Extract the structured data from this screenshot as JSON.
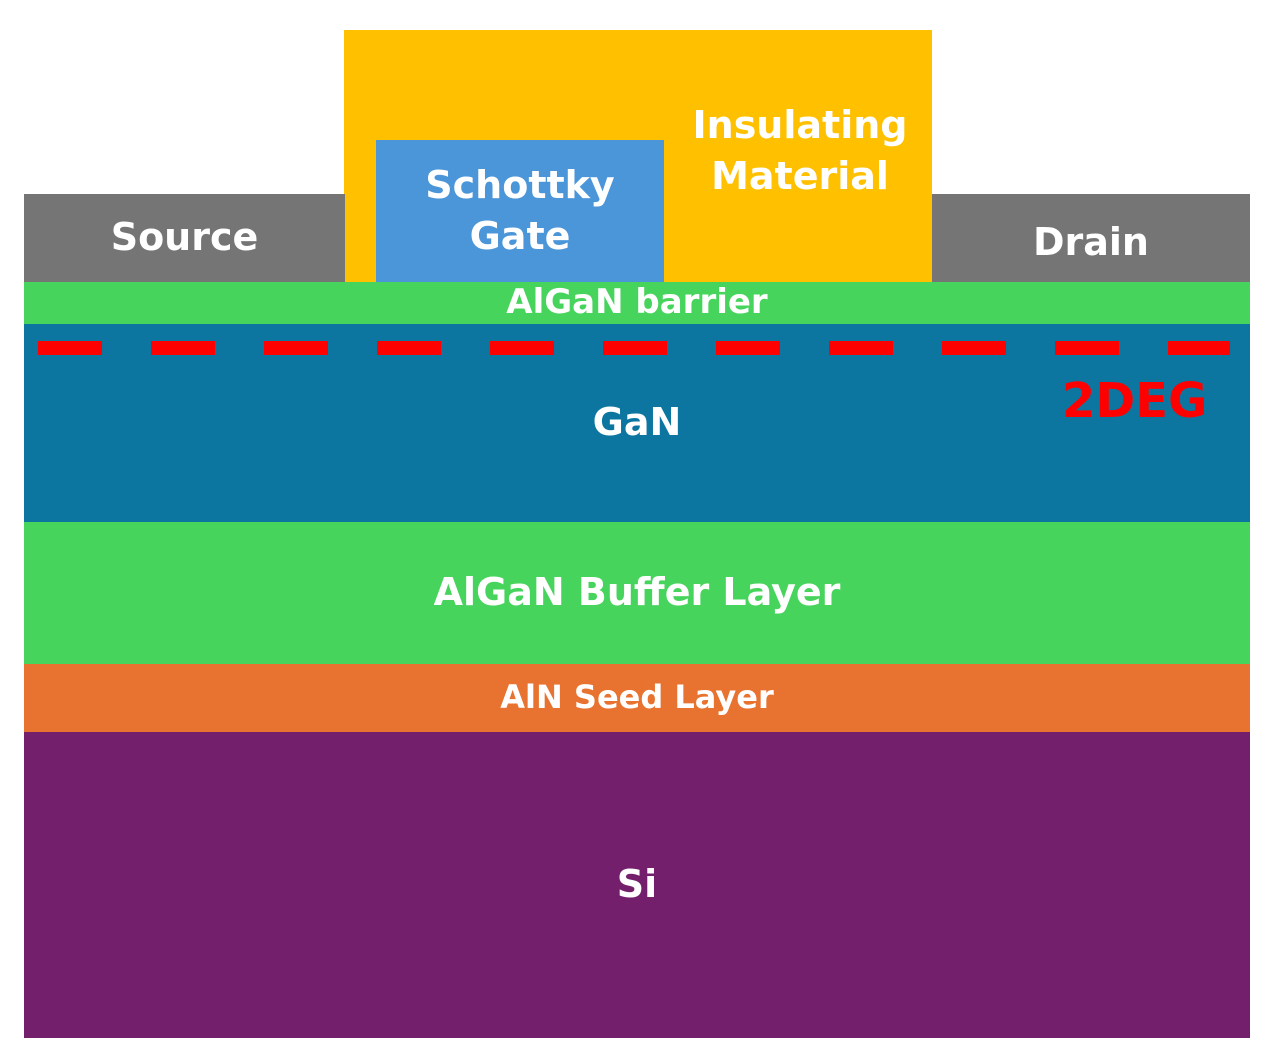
{
  "diagram": {
    "layers": {
      "source": "Source",
      "drain": "Drain",
      "schottky_gate": [
        "Schottky",
        "Gate"
      ],
      "insulating_material": [
        "Insulating",
        "Material"
      ],
      "algan_barrier": "AlGaN barrier",
      "gan": "GaN",
      "algan_buffer": "AlGaN Buffer Layer",
      "aln_seed": "AlN Seed Layer",
      "si": "Si"
    },
    "channel_label": "2DEG",
    "colors": {
      "contact_gray": "#757575",
      "insulator_yellow": "#ffc000",
      "gate_blue": "#4b95d9",
      "algan_green": "#47d45c",
      "gan_blue": "#0d76a0",
      "seed_orange": "#e87331",
      "si_purple": "#731f6b",
      "channel_red": "#ff0000"
    }
  }
}
